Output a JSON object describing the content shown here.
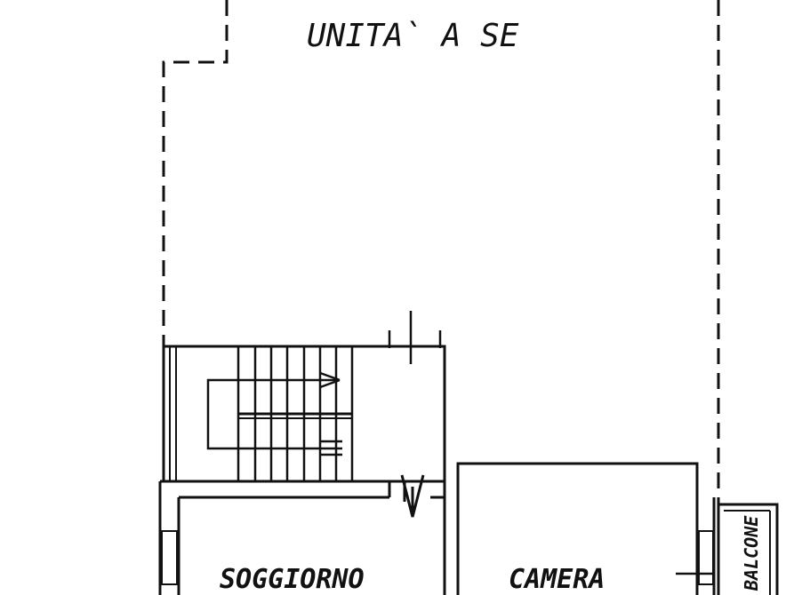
{
  "labels": {
    "unit": "UNITA` A SE",
    "living_room": "SOGGIORNO",
    "bedroom": "CAMERA",
    "balcony": "BALCONE"
  },
  "colors": {
    "ink": "#111111",
    "paper": "#ffffff"
  }
}
